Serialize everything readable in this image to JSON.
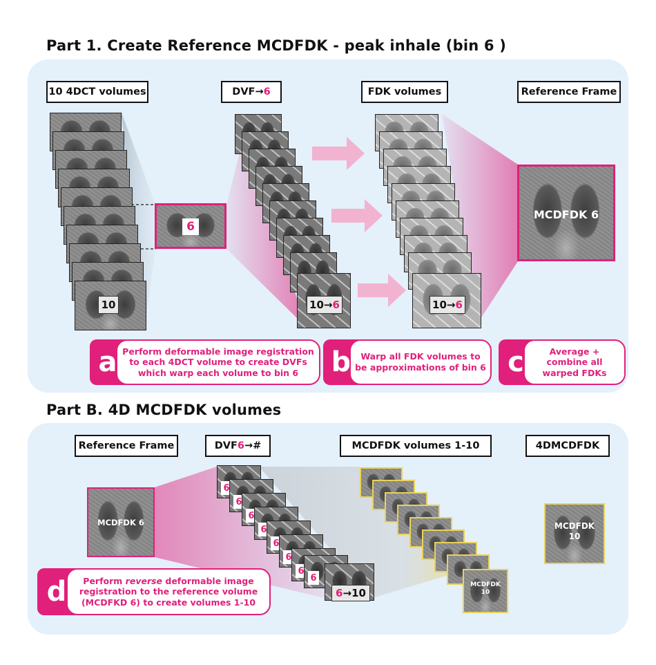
{
  "part1": {
    "title": "Part 1. Create Reference MCDFDK - peak inhale (bin 6 )",
    "labels": {
      "ct": "10 4DCT volumes",
      "dvf_prefix": "DVF",
      "dvf_arrow": "→",
      "dvf_target": "6",
      "fdk": "FDK volumes",
      "ref": "Reference Frame"
    },
    "ct_front_tag": "10",
    "center_tag": "6",
    "dvf_front_tag": {
      "from": "10",
      "arrow": "→",
      "to": "6"
    },
    "fdk_front_tag": {
      "from": "10",
      "arrow": "→",
      "to": "6"
    },
    "reference_caption": "MCDFDK 6",
    "steps": [
      {
        "letter": "a",
        "text": "Perform deformable image registration to each 4DCT volume to create DVFs which warp each volume to bin 6"
      },
      {
        "letter": "b",
        "text": "Warp all FDK volumes to be approximations of bin 6"
      },
      {
        "letter": "c",
        "text": "Average + combine all warped FDKs"
      }
    ]
  },
  "part2": {
    "title": "Part B. 4D MCDFDK volumes",
    "labels": {
      "ref": "Reference Frame",
      "dvf_prefix": "DVF",
      "dvf_source": "6",
      "dvf_arrow": "→",
      "dvf_target": "#",
      "mcdfdk": "MCDFDK volumes 1-10",
      "fourd": "4DMCDFDK"
    },
    "reference_caption": "MCDFDK 6",
    "stack_tag": "6",
    "dvf_front_tag": {
      "from": "6",
      "arrow": "→",
      "to": "10"
    },
    "mcdfdk_front_caption": {
      "line1": "MCDFDK",
      "line2": "10"
    },
    "fourd_caption": {
      "line1": "MCDFDK",
      "line2": "10"
    },
    "step": {
      "letter": "d",
      "text_pre": "Perform ",
      "text_em": "reverse",
      "text_post": " deformable image registration to the reference volume (MCDFKD 6) to create volumes 1-10"
    }
  },
  "colors": {
    "accent": "#e0207a",
    "panel": "#e4f0fa",
    "highlight": "#e9d25a"
  }
}
